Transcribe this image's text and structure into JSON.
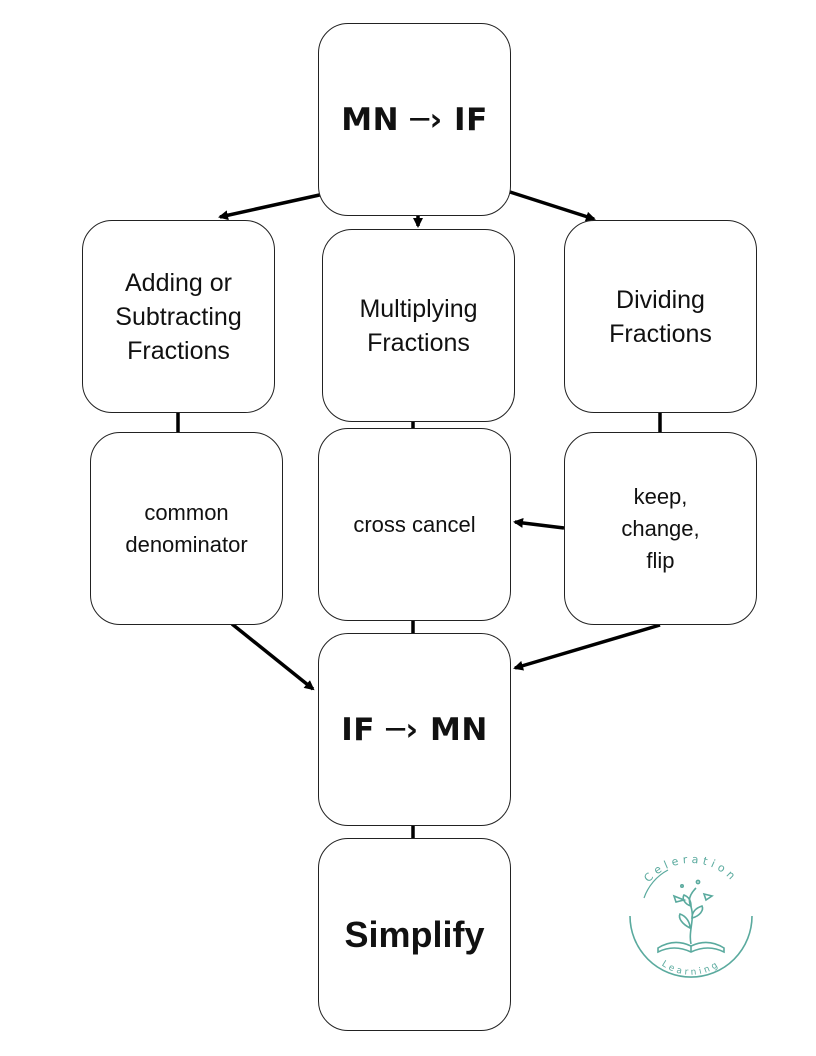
{
  "nodes": {
    "top": "MN ─› IF",
    "add": "Adding or\nSubtracting\nFractions",
    "mult": "Multiplying\nFractions",
    "div": "Dividing\nFractions",
    "common": "common\ndenominator",
    "cross": "cross cancel",
    "kcf": "keep,\nchange,\nflip",
    "ifmn": "IF ─› MN",
    "simplify": "Simplify"
  },
  "logo": {
    "top_text": "Celeration",
    "bottom_text": "Learning",
    "color": "#5aaa9e"
  }
}
